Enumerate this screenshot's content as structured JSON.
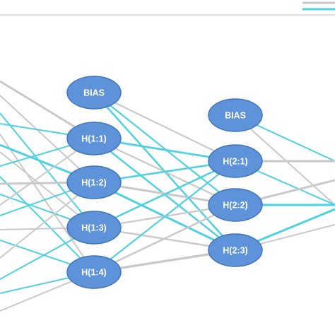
{
  "colors": {
    "node_fill": "#5e93d9",
    "node_stroke": "#3f74b8",
    "node_text": "#ffffff",
    "positive_weight": "#4fd1e0",
    "negative_weight": "#c9c9c9"
  },
  "nodes": [
    {
      "id": "bias1",
      "label": "BIAS"
    },
    {
      "id": "h11",
      "label": "H(1:1)"
    },
    {
      "id": "h12",
      "label": "H(1:2)"
    },
    {
      "id": "h13",
      "label": "H(1:3)"
    },
    {
      "id": "h14",
      "label": "H(1:4)"
    },
    {
      "id": "bias2",
      "label": "BIAS"
    },
    {
      "id": "h21",
      "label": "H(2:1)"
    },
    {
      "id": "h22",
      "label": "H(2:2)"
    },
    {
      "id": "h23",
      "label": "H(2:3)"
    }
  ],
  "connections": [
    {
      "from": "bias1",
      "to": "h21",
      "sign": "negative",
      "strength": 0.4
    },
    {
      "from": "bias1",
      "to": "h22",
      "sign": "positive",
      "strength": 0.4
    },
    {
      "from": "bias1",
      "to": "h23",
      "sign": "positive",
      "strength": 0.5
    },
    {
      "from": "h11",
      "to": "h21",
      "sign": "positive",
      "strength": 0.6
    },
    {
      "from": "h11",
      "to": "h22",
      "sign": "negative",
      "strength": 0.4
    },
    {
      "from": "h11",
      "to": "h23",
      "sign": "positive",
      "strength": 0.5
    },
    {
      "from": "h12",
      "to": "h21",
      "sign": "positive",
      "strength": 0.5
    },
    {
      "from": "h12",
      "to": "h22",
      "sign": "negative",
      "strength": 0.7
    },
    {
      "from": "h12",
      "to": "h23",
      "sign": "positive",
      "strength": 0.7
    },
    {
      "from": "h13",
      "to": "h21",
      "sign": "positive",
      "strength": 0.5
    },
    {
      "from": "h13",
      "to": "h22",
      "sign": "negative",
      "strength": 0.4
    },
    {
      "from": "h13",
      "to": "h23",
      "sign": "negative",
      "strength": 0.5
    },
    {
      "from": "h14",
      "to": "h21",
      "sign": "positive",
      "strength": 0.4
    },
    {
      "from": "h14",
      "to": "h22",
      "sign": "negative",
      "strength": 0.5
    },
    {
      "from": "h14",
      "to": "h23",
      "sign": "negative",
      "strength": 0.8
    }
  ]
}
